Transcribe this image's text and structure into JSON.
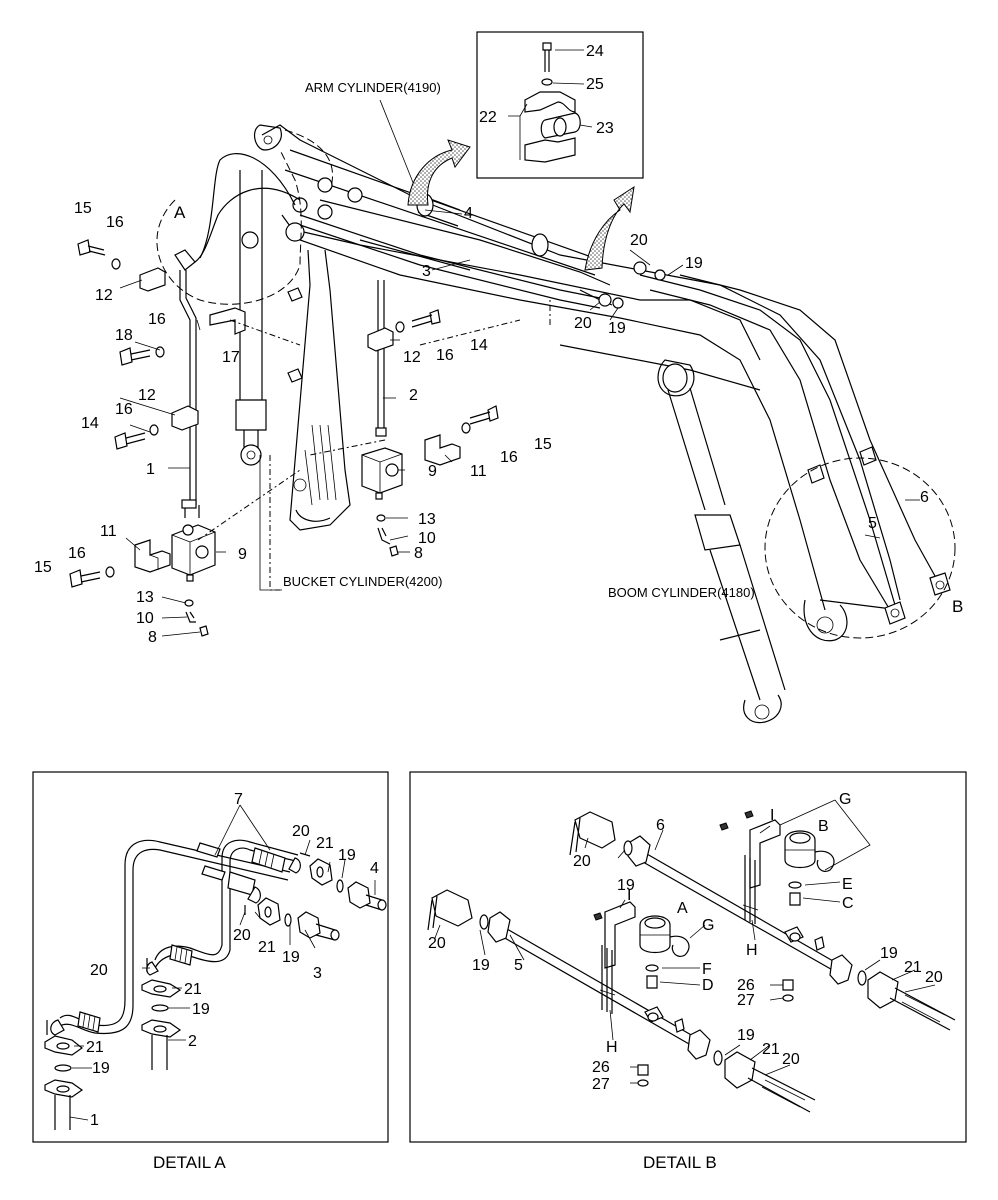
{
  "labels": {
    "arm_cylinder": "ARM CYLINDER(4190)",
    "bucket_cylinder": "BUCKET CYLINDER(4200)",
    "boom_cylinder": "BOOM CYLINDER(4180)",
    "detail_a_marker": "A",
    "detail_b_marker": "B",
    "detail_a_caption": "DETAIL A",
    "detail_b_caption": "DETAIL B"
  },
  "callouts": {
    "n1": "1",
    "n2": "2",
    "n3": "3",
    "n4": "4",
    "n5": "5",
    "n6": "6",
    "n7": "7",
    "n8": "8",
    "n9": "9",
    "n10": "10",
    "n11": "11",
    "n12": "12",
    "n13": "13",
    "n14": "14",
    "n15": "15",
    "n16": "16",
    "n17": "17",
    "n18": "18",
    "n19": "19",
    "n20": "20",
    "n21": "21",
    "n22": "22",
    "n23": "23",
    "n24": "24",
    "n25": "25",
    "n26": "26",
    "n27": "27",
    "lA": "A",
    "lB": "B",
    "lC": "C",
    "lD": "D",
    "lE": "E",
    "lF": "F",
    "lG": "G",
    "lH": "H",
    "lI": "I"
  }
}
